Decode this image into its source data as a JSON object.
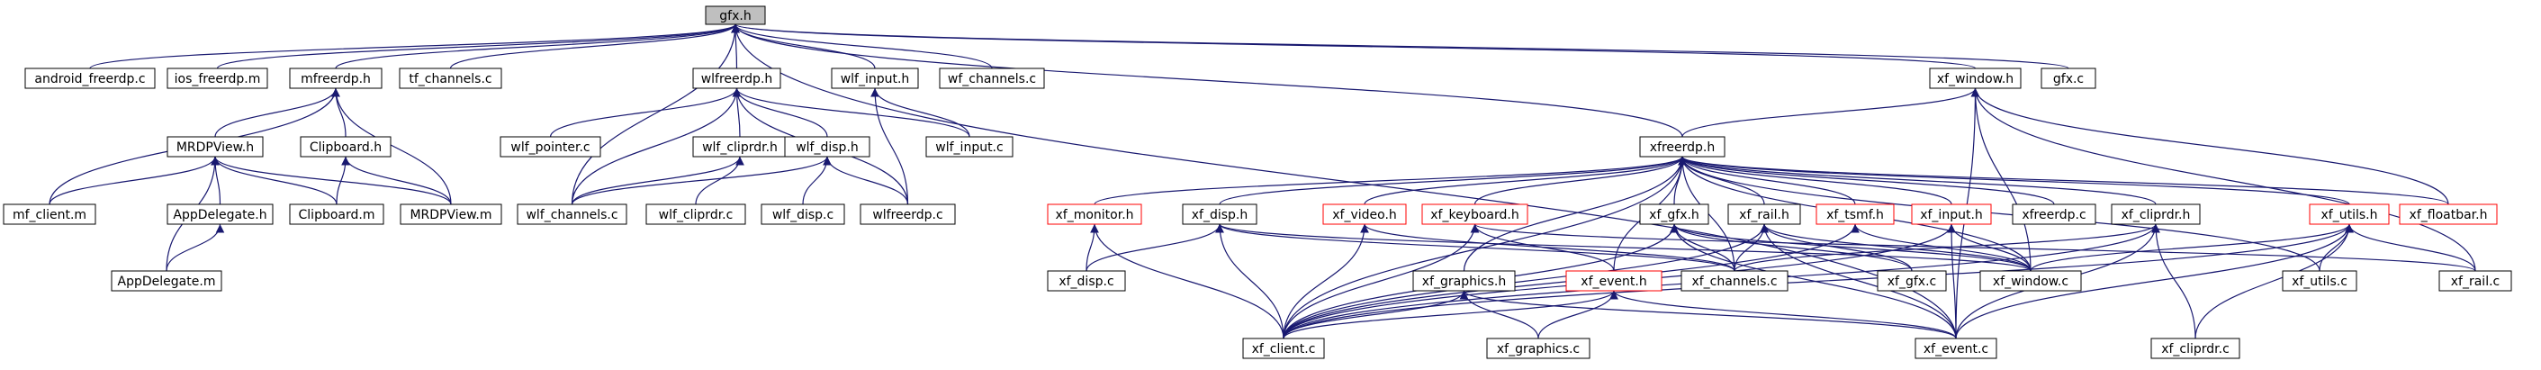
{
  "diagram": {
    "root": "gfx.h",
    "colors": {
      "edge": "#191970",
      "root_fill": "#bfbfbf",
      "incomplete_border": "#ff0000"
    },
    "nodes": [
      {
        "id": "gfx_h",
        "label": "gfx.h"
      },
      {
        "id": "android_freerdp_c",
        "label": "android_freerdp.c"
      },
      {
        "id": "ios_freerdp_m",
        "label": "ios_freerdp.m"
      },
      {
        "id": "mfreerdp_h",
        "label": "mfreerdp.h"
      },
      {
        "id": "tf_channels_c",
        "label": "tf_channels.c"
      },
      {
        "id": "wlfreerdp_h",
        "label": "wlfreerdp.h"
      },
      {
        "id": "wlf_input_h",
        "label": "wlf_input.h"
      },
      {
        "id": "wf_channels_c",
        "label": "wf_channels.c"
      },
      {
        "id": "xf_window_h",
        "label": "xf_window.h"
      },
      {
        "id": "gfx_c",
        "label": "gfx.c"
      },
      {
        "id": "mrdpview_h",
        "label": "MRDPView.h"
      },
      {
        "id": "clipboard_h",
        "label": "Clipboard.h"
      },
      {
        "id": "mf_client_m",
        "label": "mf_client.m"
      },
      {
        "id": "appdelegate_h",
        "label": "AppDelegate.h"
      },
      {
        "id": "clipboard_m",
        "label": "Clipboard.m"
      },
      {
        "id": "mrdpview_m",
        "label": "MRDPView.m"
      },
      {
        "id": "appdelegate_m",
        "label": "AppDelegate.m"
      },
      {
        "id": "wlf_pointer_c",
        "label": "wlf_pointer.c"
      },
      {
        "id": "wlf_cliprdr_h",
        "label": "wlf_cliprdr.h"
      },
      {
        "id": "wlf_disp_h",
        "label": "wlf_disp.h"
      },
      {
        "id": "wlf_input_c",
        "label": "wlf_input.c"
      },
      {
        "id": "wlf_channels_c",
        "label": "wlf_channels.c"
      },
      {
        "id": "wlf_cliprdr_c",
        "label": "wlf_cliprdr.c"
      },
      {
        "id": "wlf_disp_c",
        "label": "wlf_disp.c"
      },
      {
        "id": "wlfreerdp_c",
        "label": "wlfreerdp.c"
      },
      {
        "id": "xfreerdp_h",
        "label": "xfreerdp.h"
      },
      {
        "id": "xf_monitor_h",
        "label": "xf_monitor.h"
      },
      {
        "id": "xf_disp_h",
        "label": "xf_disp.h"
      },
      {
        "id": "xf_video_h",
        "label": "xf_video.h"
      },
      {
        "id": "xf_keyboard_h",
        "label": "xf_keyboard.h"
      },
      {
        "id": "xf_gfx_h",
        "label": "xf_gfx.h"
      },
      {
        "id": "xf_rail_h",
        "label": "xf_rail.h"
      },
      {
        "id": "xf_tsmf_h",
        "label": "xf_tsmf.h"
      },
      {
        "id": "xf_input_h",
        "label": "xf_input.h"
      },
      {
        "id": "xfreerdp_c",
        "label": "xfreerdp.c"
      },
      {
        "id": "xf_cliprdr_h",
        "label": "xf_cliprdr.h"
      },
      {
        "id": "xf_utils_h",
        "label": "xf_utils.h"
      },
      {
        "id": "xf_floatbar_h",
        "label": "xf_floatbar.h"
      },
      {
        "id": "xf_disp_c",
        "label": "xf_disp.c"
      },
      {
        "id": "xf_graphics_h",
        "label": "xf_graphics.h"
      },
      {
        "id": "xf_event_h",
        "label": "xf_event.h"
      },
      {
        "id": "xf_channels_c",
        "label": "xf_channels.c"
      },
      {
        "id": "xf_gfx_c",
        "label": "xf_gfx.c"
      },
      {
        "id": "xf_window_c",
        "label": "xf_window.c"
      },
      {
        "id": "xf_utils_c",
        "label": "xf_utils.c"
      },
      {
        "id": "xf_rail_c",
        "label": "xf_rail.c"
      },
      {
        "id": "xf_client_c",
        "label": "xf_client.c"
      },
      {
        "id": "xf_graphics_c",
        "label": "xf_graphics.c"
      },
      {
        "id": "xf_event_c",
        "label": "xf_event.c"
      },
      {
        "id": "xf_cliprdr_c",
        "label": "xf_cliprdr.c"
      }
    ],
    "edges": [
      [
        "android_freerdp_c",
        "gfx_h"
      ],
      [
        "ios_freerdp_m",
        "gfx_h"
      ],
      [
        "mfreerdp_h",
        "gfx_h"
      ],
      [
        "tf_channels_c",
        "gfx_h"
      ],
      [
        "wlfreerdp_h",
        "gfx_h"
      ],
      [
        "wlf_input_h",
        "gfx_h"
      ],
      [
        "wf_channels_c",
        "gfx_h"
      ],
      [
        "xf_window_h",
        "gfx_h"
      ],
      [
        "gfx_c",
        "gfx_h"
      ],
      [
        "wlf_channels_c",
        "gfx_h"
      ],
      [
        "xfreerdp_h",
        "gfx_h"
      ],
      [
        "xf_event_c",
        "gfx_h"
      ],
      [
        "mrdpview_h",
        "mfreerdp_h"
      ],
      [
        "clipboard_h",
        "mfreerdp_h"
      ],
      [
        "mf_client_m",
        "mfreerdp_h"
      ],
      [
        "mrdpview_m",
        "mfreerdp_h"
      ],
      [
        "mf_client_m",
        "mrdpview_h"
      ],
      [
        "appdelegate_h",
        "mrdpview_h"
      ],
      [
        "clipboard_m",
        "mrdpview_h"
      ],
      [
        "mrdpview_m",
        "mrdpview_h"
      ],
      [
        "appdelegate_m",
        "mrdpview_h"
      ],
      [
        "clipboard_m",
        "clipboard_h"
      ],
      [
        "mrdpview_m",
        "clipboard_h"
      ],
      [
        "appdelegate_m",
        "appdelegate_h"
      ],
      [
        "wlf_pointer_c",
        "wlfreerdp_h"
      ],
      [
        "wlf_cliprdr_h",
        "wlfreerdp_h"
      ],
      [
        "wlf_disp_h",
        "wlfreerdp_h"
      ],
      [
        "wlf_input_c",
        "wlfreerdp_h"
      ],
      [
        "wlf_channels_c",
        "wlfreerdp_h"
      ],
      [
        "wlfreerdp_c",
        "wlfreerdp_h"
      ],
      [
        "wlf_input_c",
        "wlf_input_h"
      ],
      [
        "wlfreerdp_c",
        "wlf_input_h"
      ],
      [
        "wlf_channels_c",
        "wlf_cliprdr_h"
      ],
      [
        "wlf_cliprdr_c",
        "wlf_cliprdr_h"
      ],
      [
        "wlf_channels_c",
        "wlf_disp_h"
      ],
      [
        "wlf_disp_c",
        "wlf_disp_h"
      ],
      [
        "wlfreerdp_c",
        "wlf_disp_h"
      ],
      [
        "xfreerdp_h",
        "xf_window_h"
      ],
      [
        "xf_floatbar_h",
        "xf_window_h"
      ],
      [
        "xf_rail_c",
        "xf_window_h"
      ],
      [
        "xf_window_c",
        "xf_window_h"
      ],
      [
        "xf_event_c",
        "xf_window_h"
      ],
      [
        "xf_monitor_h",
        "xfreerdp_h"
      ],
      [
        "xf_disp_h",
        "xfreerdp_h"
      ],
      [
        "xf_video_h",
        "xfreerdp_h"
      ],
      [
        "xf_keyboard_h",
        "xfreerdp_h"
      ],
      [
        "xf_gfx_h",
        "xfreerdp_h"
      ],
      [
        "xf_rail_h",
        "xfreerdp_h"
      ],
      [
        "xf_tsmf_h",
        "xfreerdp_h"
      ],
      [
        "xf_input_h",
        "xfreerdp_h"
      ],
      [
        "xfreerdp_c",
        "xfreerdp_h"
      ],
      [
        "xf_cliprdr_h",
        "xfreerdp_h"
      ],
      [
        "xf_utils_h",
        "xfreerdp_h"
      ],
      [
        "xf_floatbar_h",
        "xfreerdp_h"
      ],
      [
        "xf_event_h",
        "xfreerdp_h"
      ],
      [
        "xf_channels_c",
        "xfreerdp_h"
      ],
      [
        "xf_client_c",
        "xfreerdp_h"
      ],
      [
        "xf_graphics_h",
        "xfreerdp_h"
      ],
      [
        "xf_window_c",
        "xfreerdp_h"
      ],
      [
        "xf_utils_c",
        "xfreerdp_h"
      ],
      [
        "xf_disp_c",
        "xf_monitor_h"
      ],
      [
        "xf_client_c",
        "xf_monitor_h"
      ],
      [
        "xf_disp_c",
        "xf_disp_h"
      ],
      [
        "xf_client_c",
        "xf_disp_h"
      ],
      [
        "xf_channels_c",
        "xf_disp_h"
      ],
      [
        "xf_window_c",
        "xf_disp_h"
      ],
      [
        "xf_client_c",
        "xf_video_h"
      ],
      [
        "xf_channels_c",
        "xf_video_h"
      ],
      [
        "xf_event_h",
        "xf_keyboard_h"
      ],
      [
        "xf_client_c",
        "xf_keyboard_h"
      ],
      [
        "xf_rail_c",
        "xf_keyboard_h"
      ],
      [
        "xf_client_c",
        "xf_gfx_h"
      ],
      [
        "xf_gfx_c",
        "xf_gfx_h"
      ],
      [
        "xf_channels_c",
        "xf_gfx_h"
      ],
      [
        "xf_event_c",
        "xf_gfx_h"
      ],
      [
        "xf_window_c",
        "xf_gfx_h"
      ],
      [
        "xf_client_c",
        "xf_rail_h"
      ],
      [
        "xf_channels_c",
        "xf_rail_h"
      ],
      [
        "xf_gfx_c",
        "xf_rail_h"
      ],
      [
        "xf_window_c",
        "xf_rail_h"
      ],
      [
        "xf_event_c",
        "xf_rail_h"
      ],
      [
        "xf_client_c",
        "xf_tsmf_h"
      ],
      [
        "xf_window_c",
        "xf_tsmf_h"
      ],
      [
        "xf_client_c",
        "xf_input_h"
      ],
      [
        "xf_window_c",
        "xf_input_h"
      ],
      [
        "xf_event_c",
        "xf_input_h"
      ],
      [
        "xf_client_c",
        "xf_cliprdr_h"
      ],
      [
        "xf_channels_c",
        "xf_cliprdr_h"
      ],
      [
        "xf_cliprdr_c",
        "xf_cliprdr_h"
      ],
      [
        "xf_event_c",
        "xf_cliprdr_h"
      ],
      [
        "xf_utils_c",
        "xf_utils_h"
      ],
      [
        "xf_rail_c",
        "xf_utils_h"
      ],
      [
        "xf_client_c",
        "xf_utils_h"
      ],
      [
        "xf_event_c",
        "xf_utils_h"
      ],
      [
        "xf_window_c",
        "xf_utils_h"
      ],
      [
        "xf_cliprdr_c",
        "xf_utils_h"
      ],
      [
        "xf_client_c",
        "xf_graphics_h"
      ],
      [
        "xf_graphics_c",
        "xf_graphics_h"
      ],
      [
        "xf_event_c",
        "xf_graphics_h"
      ],
      [
        "xf_client_c",
        "xf_event_h"
      ],
      [
        "xf_graphics_c",
        "xf_event_h"
      ],
      [
        "xf_event_c",
        "xf_event_h"
      ]
    ]
  }
}
